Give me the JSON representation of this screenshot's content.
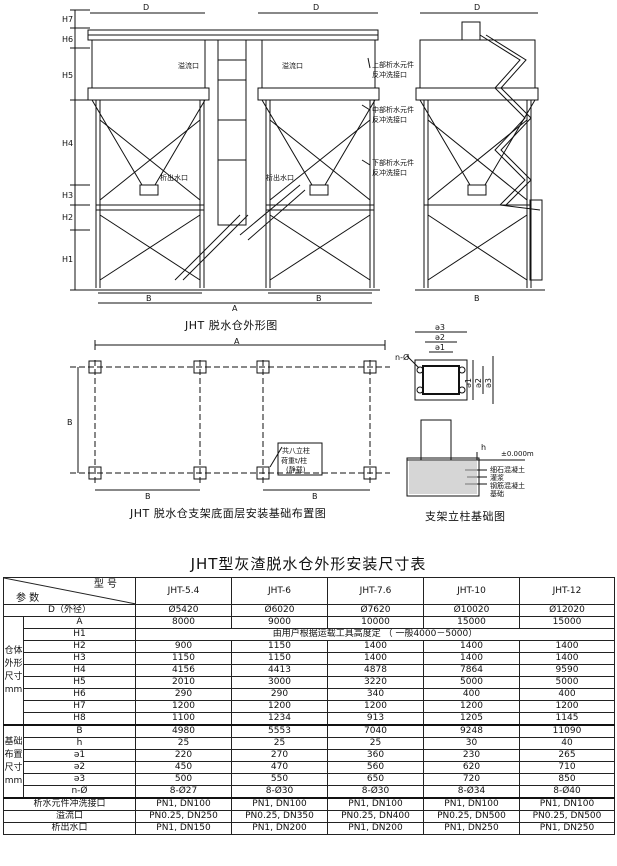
{
  "drawings": {
    "elevation": {
      "caption": "JHT 脱水仓外形图",
      "labels": {
        "overflow": "溢流口",
        "upper_backwash": [
          "上部析水元件",
          "反冲洗接口"
        ],
        "middle_backwash": [
          "中部析水元件",
          "反冲洗接口"
        ],
        "lower_backwash": [
          "下部析水元件",
          "反冲洗接口"
        ],
        "outlet_left": "析出水口",
        "outlet_right": "析出水口"
      },
      "dims": {
        "D": "D",
        "A": "A",
        "B": "B",
        "H7": "H7",
        "H6": "H6",
        "H5": "H5",
        "H4": "H4",
        "H3": "H3",
        "H2": "H2",
        "H1": "H1"
      }
    },
    "foundation_layout": {
      "caption": "JHT 脱水仓支架底面层安装基础布置图",
      "note_lines": [
        "共八立柱",
        "荷重t/柱",
        "(静载)"
      ],
      "dims": {
        "A": "A",
        "B": "B"
      }
    },
    "column_detail": {
      "caption": "支架立柱基础图",
      "dims": {
        "a1": "ə1",
        "a2": "ə2",
        "a3": "ə3",
        "n_phi": "n-Ø",
        "h": "h",
        "level": "±0.000m"
      },
      "legend": [
        "细石混凝土",
        "灌浆",
        "钢筋混凝土",
        "基础"
      ]
    }
  },
  "spec_table": {
    "title": "JHT型灰渣脱水仓外形安装尺寸表",
    "header": {
      "model_word": "型  号",
      "param_word": "参  数"
    },
    "models": [
      "JHT-5.4",
      "JHT-6",
      "JHT-7.6",
      "JHT-10",
      "JHT-12"
    ],
    "d_row": {
      "label": "D（外径）",
      "values": [
        "Ø5420",
        "Ø6020",
        "Ø7620",
        "Ø10020",
        "Ø12020"
      ]
    },
    "group_bin": "仓体外形尺寸mm",
    "group_foundation": "基础布置尺寸mm",
    "bin_rows": [
      {
        "label": "A",
        "values": [
          "8000",
          "9000",
          "10000",
          "15000",
          "15000"
        ]
      },
      {
        "label": "H1",
        "merged": "由用户根据运载工具高度定   （ 一般4000－5000）"
      },
      {
        "label": "H2",
        "values": [
          "900",
          "1150",
          "1400",
          "1400",
          "1400"
        ]
      },
      {
        "label": "H3",
        "values": [
          "1150",
          "1150",
          "1400",
          "1400",
          "1400"
        ]
      },
      {
        "label": "H4",
        "values": [
          "4156",
          "4413",
          "4878",
          "7864",
          "9590"
        ]
      },
      {
        "label": "H5",
        "values": [
          "2010",
          "3000",
          "3220",
          "5000",
          "5000"
        ]
      },
      {
        "label": "H6",
        "values": [
          "290",
          "290",
          "340",
          "400",
          "400"
        ]
      },
      {
        "label": "H7",
        "values": [
          "1200",
          "1200",
          "1200",
          "1200",
          "1200"
        ]
      },
      {
        "label": "H8",
        "values": [
          "1100",
          "1234",
          "913",
          "1205",
          "1145"
        ]
      }
    ],
    "foundation_rows": [
      {
        "label": "B",
        "values": [
          "4980",
          "5553",
          "7040",
          "9248",
          "11090"
        ]
      },
      {
        "label": "h",
        "values": [
          "25",
          "25",
          "25",
          "30",
          "40"
        ]
      },
      {
        "label": "ə1",
        "values": [
          "220",
          "270",
          "360",
          "230",
          "265"
        ]
      },
      {
        "label": "ə2",
        "values": [
          "450",
          "470",
          "560",
          "620",
          "710"
        ]
      },
      {
        "label": "ə3",
        "values": [
          "500",
          "550",
          "650",
          "720",
          "850"
        ]
      },
      {
        "label": "n-Ø",
        "values": [
          "8-Ø27",
          "8-Ø30",
          "8-Ø30",
          "8-Ø34",
          "8-Ø40"
        ]
      }
    ],
    "pipe_rows": [
      {
        "label": "析水元件冲洗接口",
        "values": [
          "PN1, DN100",
          "PN1, DN100",
          "PN1, DN100",
          "PN1, DN100",
          "PN1, DN100"
        ]
      },
      {
        "label": "溢流口",
        "values": [
          "PN0.25, DN250",
          "PN0.25, DN350",
          "PN0.25, DN400",
          "PN0.25, DN500",
          "PN0.25, DN500"
        ]
      },
      {
        "label": "析出水口",
        "values": [
          "PN1, DN150",
          "PN1, DN200",
          "PN1, DN200",
          "PN1, DN250",
          "PN1, DN250"
        ]
      }
    ]
  }
}
